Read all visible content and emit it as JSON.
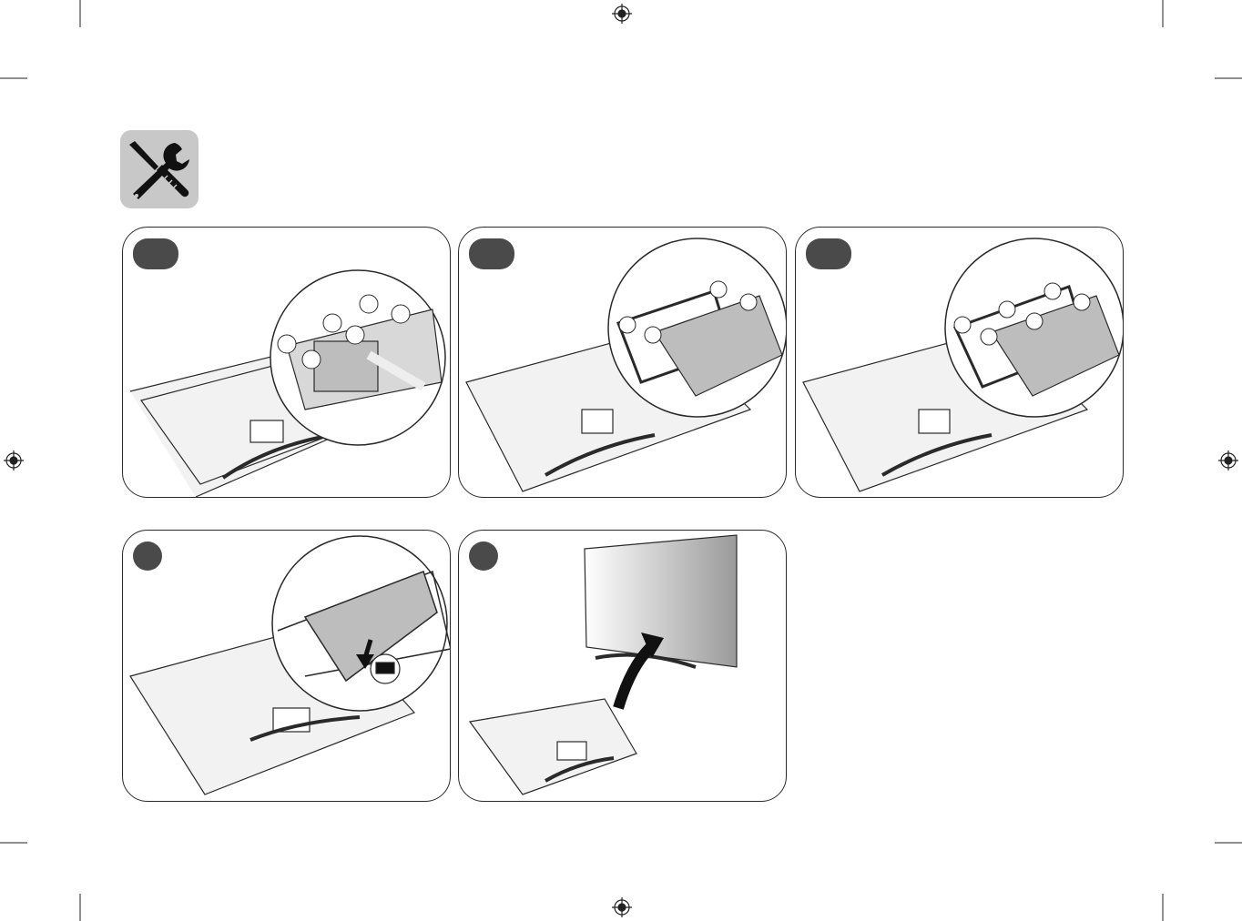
{
  "document": {
    "section_icon": "tools-icon",
    "steps": [
      {
        "id": 1,
        "illustration": "detach-stand-cover-clips-icon"
      },
      {
        "id": 2,
        "illustration": "detach-stand-cover-clips-icon"
      },
      {
        "id": 3,
        "illustration": "detach-stand-cover-clips-icon"
      },
      {
        "id": 4,
        "illustration": "press-cover-down-icon"
      },
      {
        "id": 5,
        "illustration": "lift-tv-upright-icon"
      }
    ],
    "colors": {
      "ink": "#2a2a2a",
      "badge": "#4a4a4a",
      "tool_icon_bg": "#c8c8c8"
    }
  }
}
